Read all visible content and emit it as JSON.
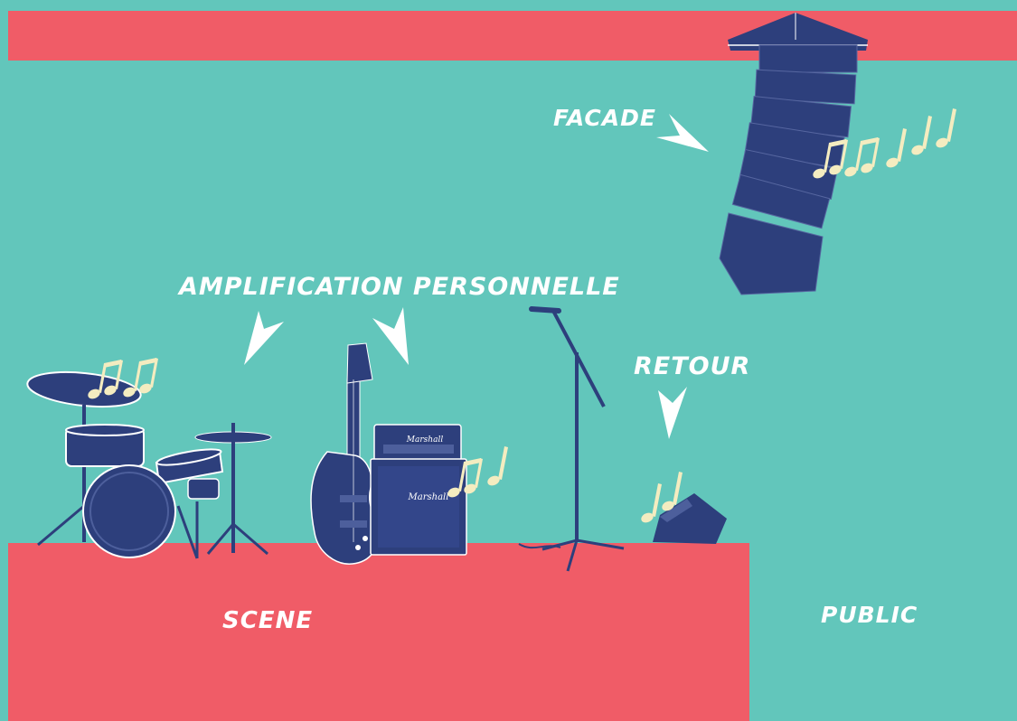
{
  "labels": {
    "facade": "FACADE",
    "amplification": "AMPLIFICATION PERSONNELLE",
    "retour": "RETOUR",
    "scene": "SCENE",
    "public": "PUBLIC"
  },
  "amp_brand": "Marshall",
  "icons": [
    "line-array-speaker-icon",
    "drum-kit-icon",
    "electric-guitar-icon",
    "guitar-amplifier-icon",
    "microphone-stand-icon",
    "stage-monitor-icon",
    "music-note-icon",
    "arrow-icon"
  ],
  "colors": {
    "background": "#62c6bb",
    "band": "#f05c67",
    "equipment": "#2d3f7c",
    "notes": "#f4ecc0",
    "text": "#ffffff"
  }
}
